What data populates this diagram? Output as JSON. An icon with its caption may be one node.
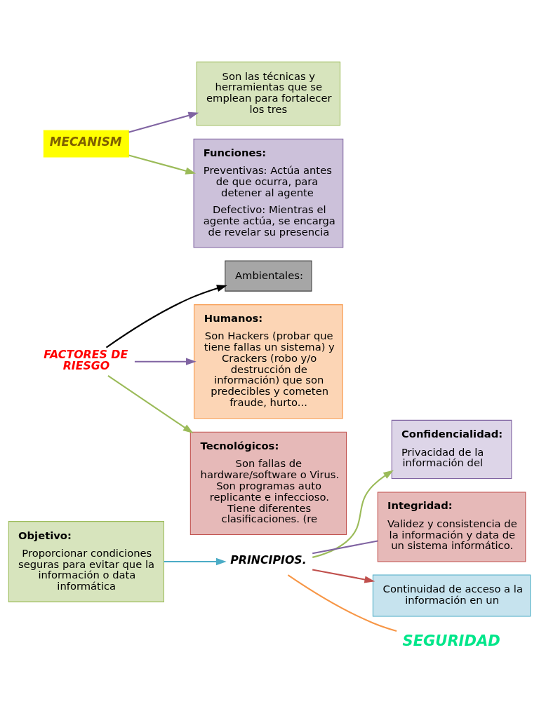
{
  "diagram": {
    "nodes": [
      {
        "text": [
          "Objetivo:",
          "Proporcionar condiciones seguras para evitar que la información o data informática"
        ]
      },
      {
        "text": [
          "Confidencialidad:",
          "Privacidad de la información del"
        ]
      },
      {
        "text": [
          "Integridad:",
          "Validez y consistencia de la información y data de un sistema informático."
        ]
      },
      {
        "text": [
          "FACTORES DE RIESGO"
        ]
      },
      {
        "text": [
          "PRINCIPIOS."
        ]
      },
      {
        "text": [
          "Continuidad de acceso a la información en un"
        ]
      },
      {
        "text": [
          "MECANISM"
        ]
      },
      {
        "text": [
          "SEGURIDAD"
        ]
      },
      {
        "text": [
          "Ambientales:"
        ]
      },
      {
        "text": [
          "Son las técnicas y herramientas que se emplean para fortalecer los tres"
        ]
      },
      {
        "text": [
          "Humanos:",
          "Son Hackers (probar que tiene fallas un sistema) y Crackers (robo y/o destrucción de información) que son predecibles y cometen fraude, hurto..."
        ]
      },
      {
        "text": [
          "Tecnológicos:",
          "Son fallas de hardware/software o Virus. Son programas auto replicante e infeccioso. Tiene diferentes clasificaciones. (re"
        ]
      },
      {
        "text": [
          "Funciones:",
          "Preventivas: Actúa antes de que ocurra, para detener al agente",
          "Defectivo: Mientras el agente actúa, se encarga de revelar su presencia"
        ]
      }
    ],
    "edges": [
      {
        "from": 0,
        "to": 4,
        "arrow": "to",
        "color": "#4bacc6"
      },
      {
        "from": 4,
        "to": 1,
        "arrow": "to",
        "color": "#9bbb59"
      },
      {
        "from": 4,
        "to": 2,
        "arrow": "none",
        "color": "#8064a2"
      },
      {
        "from": 4,
        "to": 5,
        "arrow": "to",
        "color": "#c0504d"
      },
      {
        "from": 4,
        "to": 7,
        "arrow": "none",
        "color": "#f79646"
      },
      {
        "from": 3,
        "to": 8,
        "arrow": "to",
        "color": "#000000"
      },
      {
        "from": 3,
        "to": 10,
        "arrow": "to",
        "color": "#8064a2"
      },
      {
        "from": 3,
        "to": 11,
        "arrow": "to",
        "color": "#9bbb59"
      },
      {
        "from": 6,
        "to": 9,
        "arrow": "to",
        "color": "#8064a2"
      },
      {
        "from": 6,
        "to": 12,
        "arrow": "to",
        "color": "#9bbb59"
      }
    ]
  }
}
